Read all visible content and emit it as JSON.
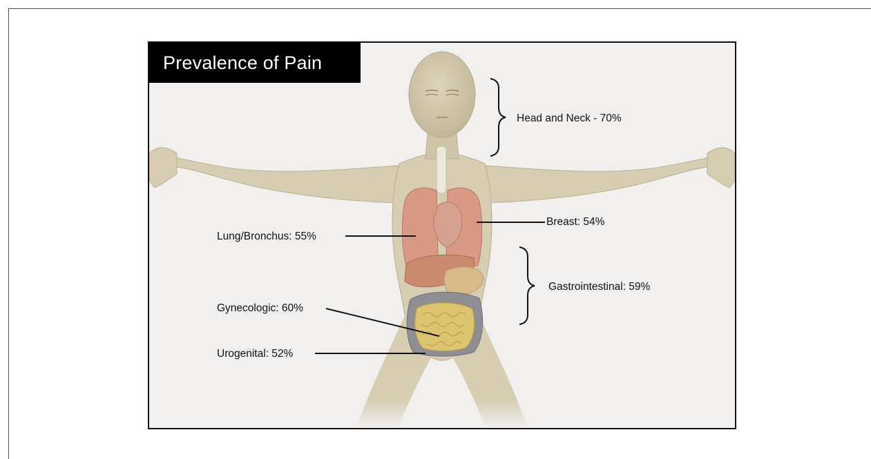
{
  "title": "Prevalence of Pain",
  "labels": {
    "head_neck": "Head and Neck - 70%",
    "breast": "Breast: 54%",
    "lung": "Lung/Bronchus: 55%",
    "gastro": "Gastrointestinal: 59%",
    "gyne": "Gynecologic: 60%",
    "uro": "Urogenital: 52%"
  },
  "colors": {
    "skin": "#d7cdb2",
    "skin_shadow": "#b9ad8f",
    "lung": "#d89a84",
    "heart": "#d7a190",
    "liver": "#c98a6e",
    "stomach": "#d8b98a",
    "intestine": "#dcc36f",
    "colon": "#8e8e93",
    "background": "#f2f0ee",
    "title_bg": "#000000"
  }
}
